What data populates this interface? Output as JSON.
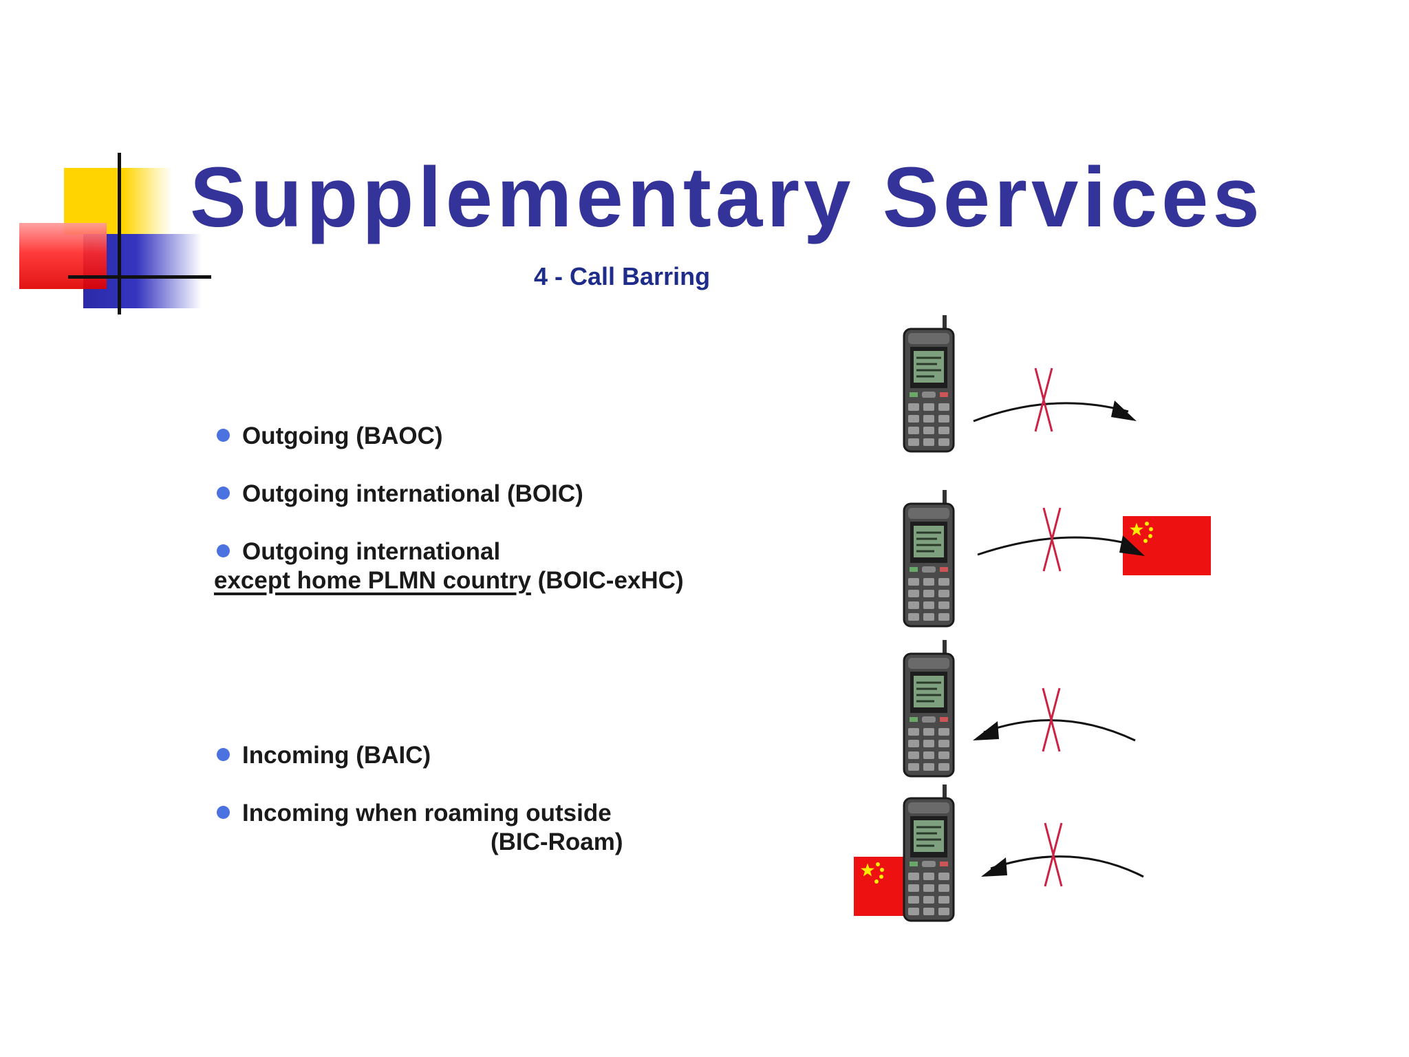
{
  "title": "Supplementary Services",
  "subtitle": "4 - Call Barring",
  "colors": {
    "title": "#333399",
    "bullet": "#4a72e0",
    "barred_mark": "#cc2244",
    "flag_red": "#ee1111",
    "flag_yellow": "#ffee00"
  },
  "barring_types": [
    {
      "label": "Outgoing (BAOC)"
    },
    {
      "label": "Outgoing international (BOIC)"
    },
    {
      "label": "Outgoing international",
      "line2_underlined": "except home PLMN country",
      "line2_rest": " (BOIC-exHC)"
    },
    {
      "label": "Incoming (BAIC)"
    },
    {
      "label": "Incoming when roaming outside",
      "line2": "(BIC-Roam)"
    }
  ],
  "diagram_rows": [
    {
      "direction": "outgoing",
      "barred": true,
      "flag": "none"
    },
    {
      "direction": "outgoing",
      "barred": true,
      "flag": "destination"
    },
    {
      "direction": "incoming",
      "barred": true,
      "flag": "none"
    },
    {
      "direction": "incoming",
      "barred": true,
      "flag": "at-phone"
    }
  ],
  "icons": [
    "mobile-phone-icon",
    "barred-x-icon",
    "call-arrow-icon",
    "flag-icon"
  ]
}
